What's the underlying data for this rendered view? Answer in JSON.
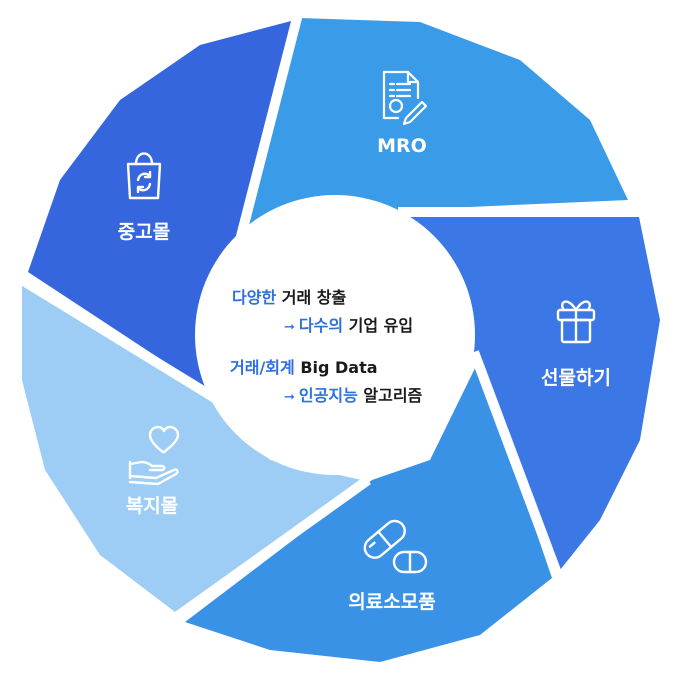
{
  "segments": [
    {
      "label": "MRO",
      "icon": "document-pen-icon",
      "color": "#3a9be8"
    },
    {
      "label": "선물하기",
      "icon": "gift-icon",
      "color": "#3b78e6"
    },
    {
      "label": "의료소모품",
      "icon": "capsule-pill-icon",
      "color": "#3a92e6"
    },
    {
      "label": "복지몰",
      "icon": "heart-hand-icon",
      "color": "#9dcdf5"
    },
    {
      "label": "중고몰",
      "icon": "shopping-bag-icon",
      "color": "#3566de"
    }
  ],
  "center": {
    "line1_hl": "다양한",
    "line1_rest": "거래 창출",
    "line2_hl": "다수의",
    "line2_rest": "기업 유입",
    "line3_hl": "거래/회계",
    "line3_rest": "Big Data",
    "line4_hl": "인공지능",
    "line4_rest": "알고리즘",
    "arrow": "➞"
  }
}
